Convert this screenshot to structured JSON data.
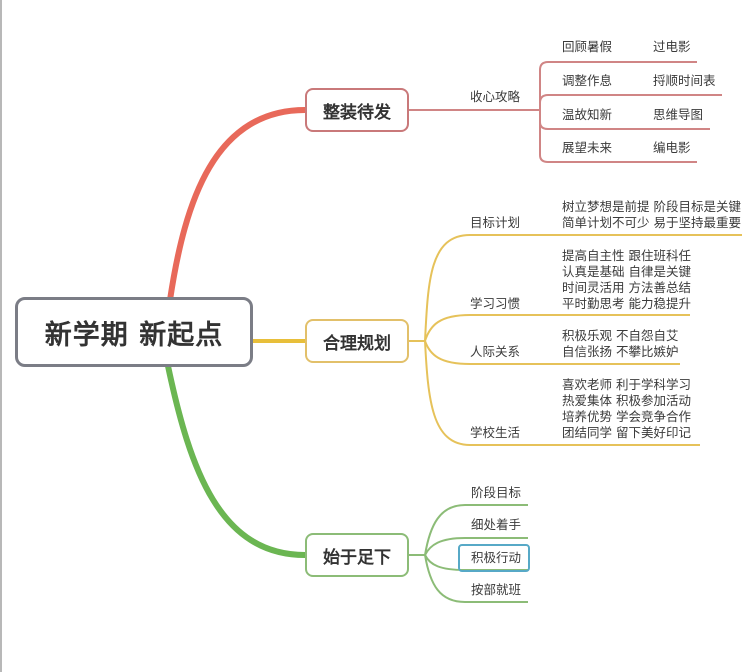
{
  "root": {
    "label": "新学期 新起点"
  },
  "branches": [
    {
      "label": "整装待发",
      "color": "#e8695a",
      "sub": [
        {
          "label": "收心攻略",
          "items": [
            {
              "label": "回顾暑假",
              "detail": "过电影"
            },
            {
              "label": "调整作息",
              "detail": "捋顺时间表"
            },
            {
              "label": "温故知新",
              "detail": "思维导图"
            },
            {
              "label": "展望未来",
              "detail": "编电影"
            }
          ]
        }
      ]
    },
    {
      "label": "合理规划",
      "color": "#e8bf3a",
      "sub": [
        {
          "label": "目标计划",
          "lines": "树立梦想是前提 阶段目标是关键\n简单计划不可少 易于坚持最重要"
        },
        {
          "label": "学习习惯",
          "lines": "提高自主性 跟住班科任\n认真是基础 自律是关键\n时间灵活用 方法善总结\n平时勤思考 能力稳提升"
        },
        {
          "label": "人际关系",
          "lines": "积极乐观 不自怨自艾\n自信张扬 不攀比嫉妒"
        },
        {
          "label": "学校生活",
          "lines": "喜欢老师 利于学科学习\n热爱集体 积极参加活动\n培养优势 学会竞争合作\n团结同学 留下美好印记"
        }
      ]
    },
    {
      "label": "始于足下",
      "color": "#6bb652",
      "sub": [
        {
          "label": "阶段目标"
        },
        {
          "label": "细处着手"
        },
        {
          "label": "积极行动",
          "selected": true
        },
        {
          "label": "按部就班"
        }
      ]
    }
  ]
}
